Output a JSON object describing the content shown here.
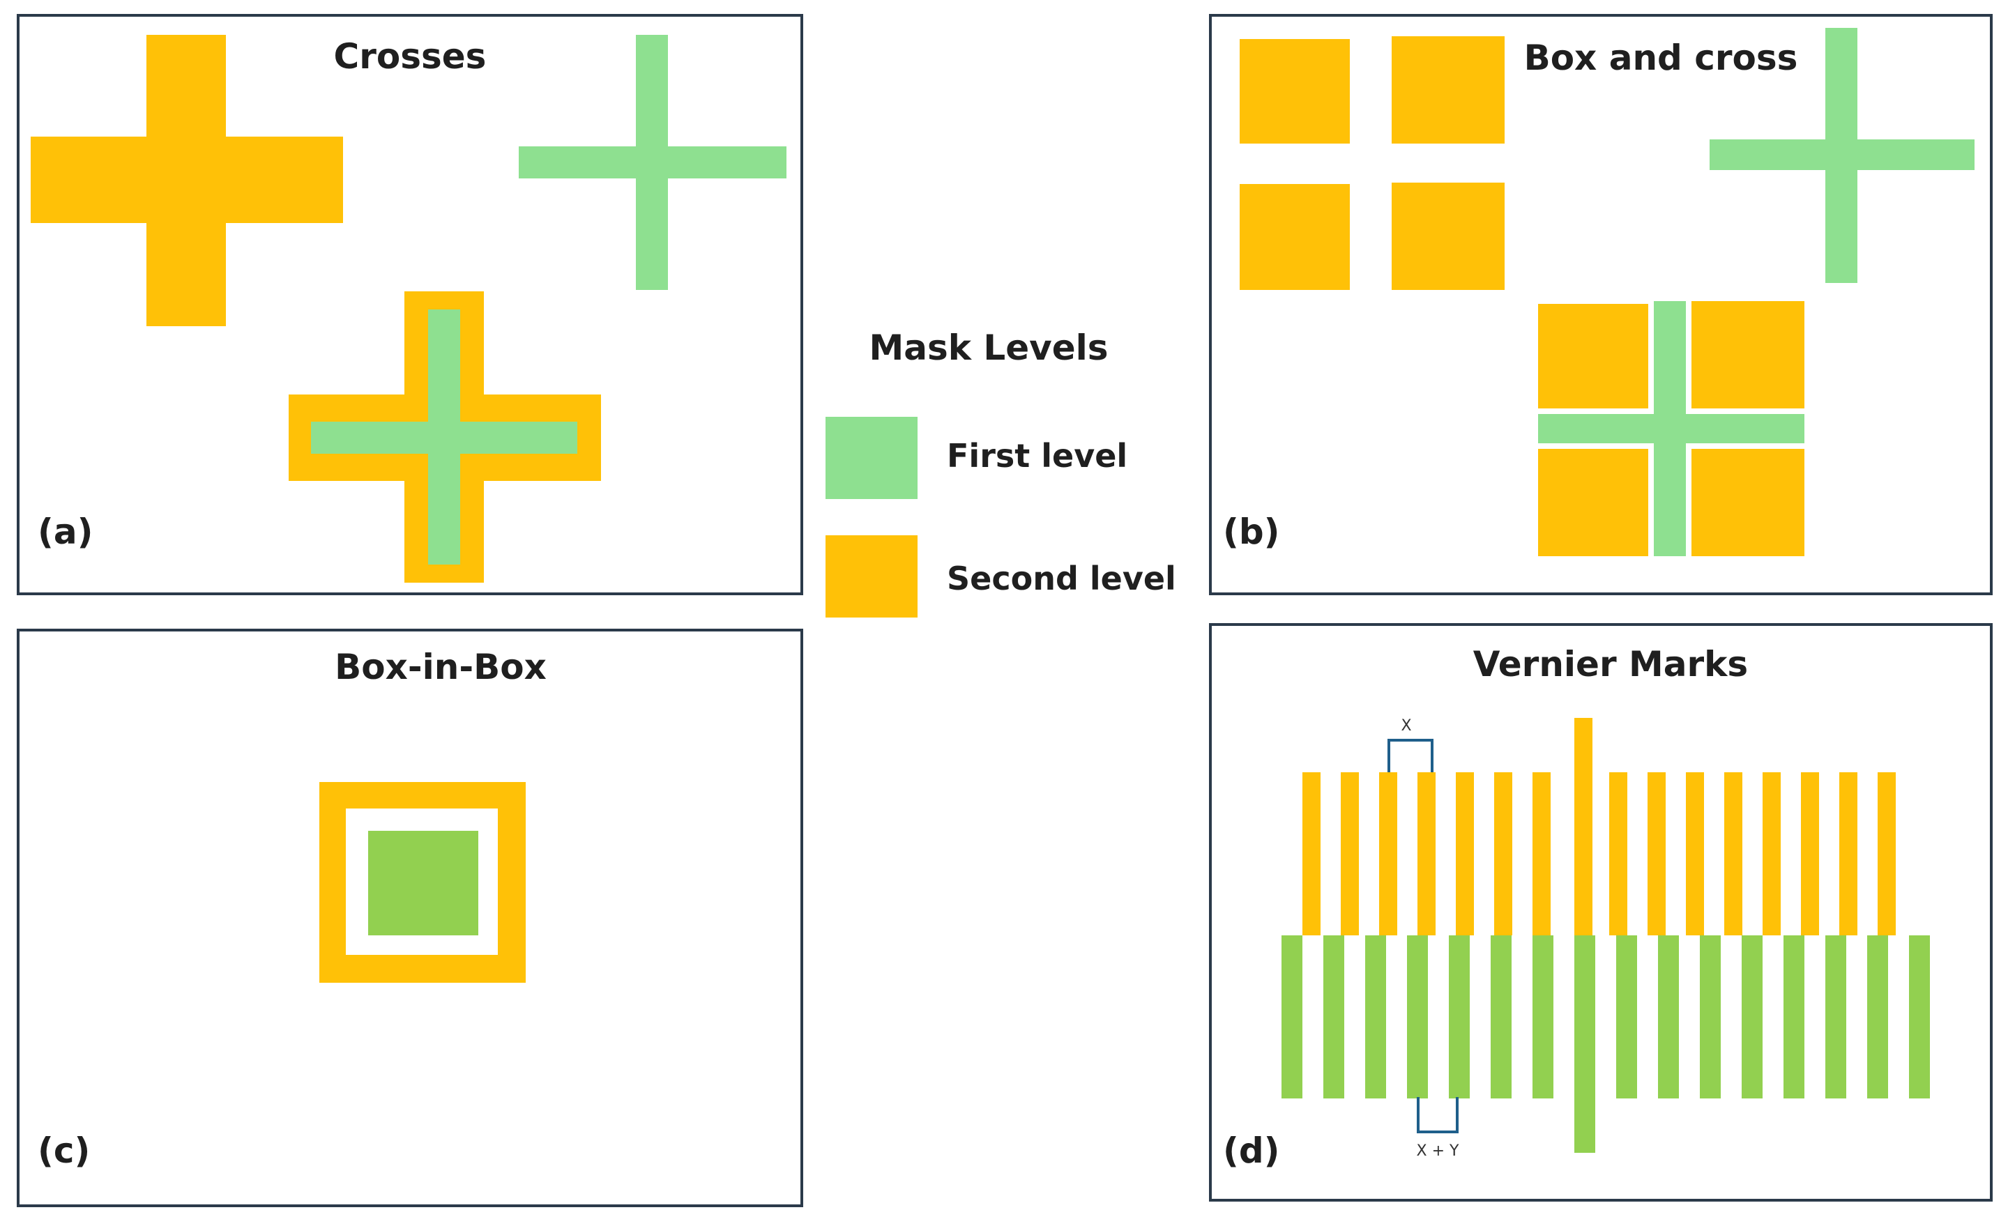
{
  "colors": {
    "first_level": "#8EE090",
    "second_level": "#FFC107",
    "box_in_box_inner": "#92D050",
    "vernier_green": "#92D050",
    "frame": "#2B3A4A",
    "bracket": "#1F5F8B"
  },
  "legend": {
    "title": "Mask Levels",
    "items": [
      {
        "label": "First level"
      },
      {
        "label": "Second level"
      }
    ]
  },
  "panels": {
    "a": {
      "title": "Crosses",
      "tag": "(a)"
    },
    "b": {
      "title": "Box and cross",
      "tag": "(b)"
    },
    "c": {
      "title": "Box-in-Box",
      "tag": "(c)"
    },
    "d": {
      "title": "Vernier Marks",
      "tag": "(d)",
      "top_bracket_label": "X",
      "bottom_bracket_label": "X + Y",
      "top_bar_count": 15,
      "bottom_bar_count": 15
    }
  }
}
